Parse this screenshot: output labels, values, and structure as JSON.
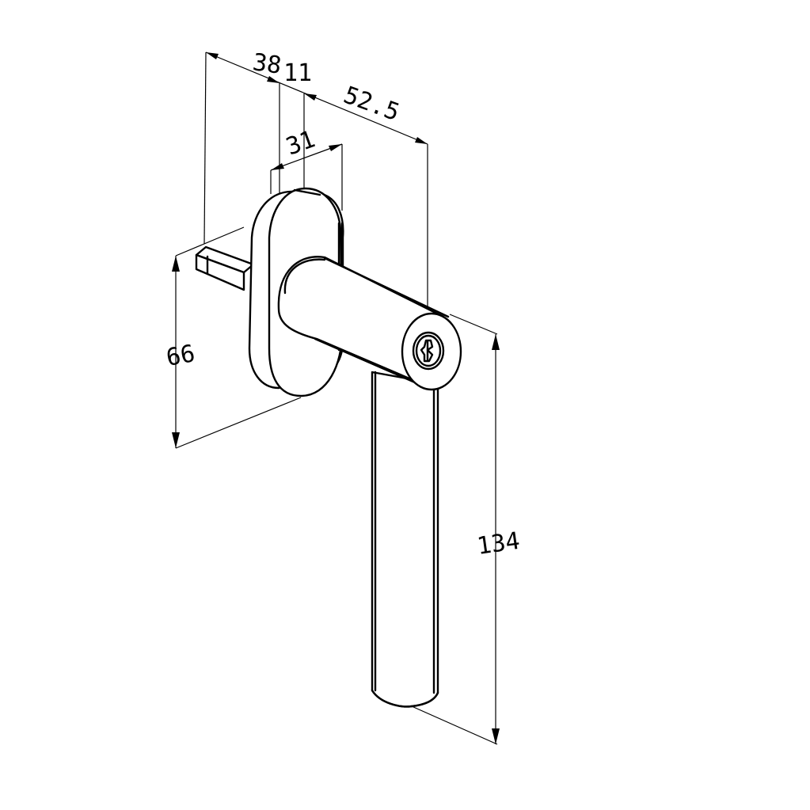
{
  "drawing": {
    "ink_color": "#000000",
    "background": "#ffffff",
    "dimensions": {
      "offset_38": "38",
      "offset_11": "11",
      "length_52_5": "52.5",
      "width_31": "31",
      "height_66": "66",
      "length_134": "134"
    }
  }
}
